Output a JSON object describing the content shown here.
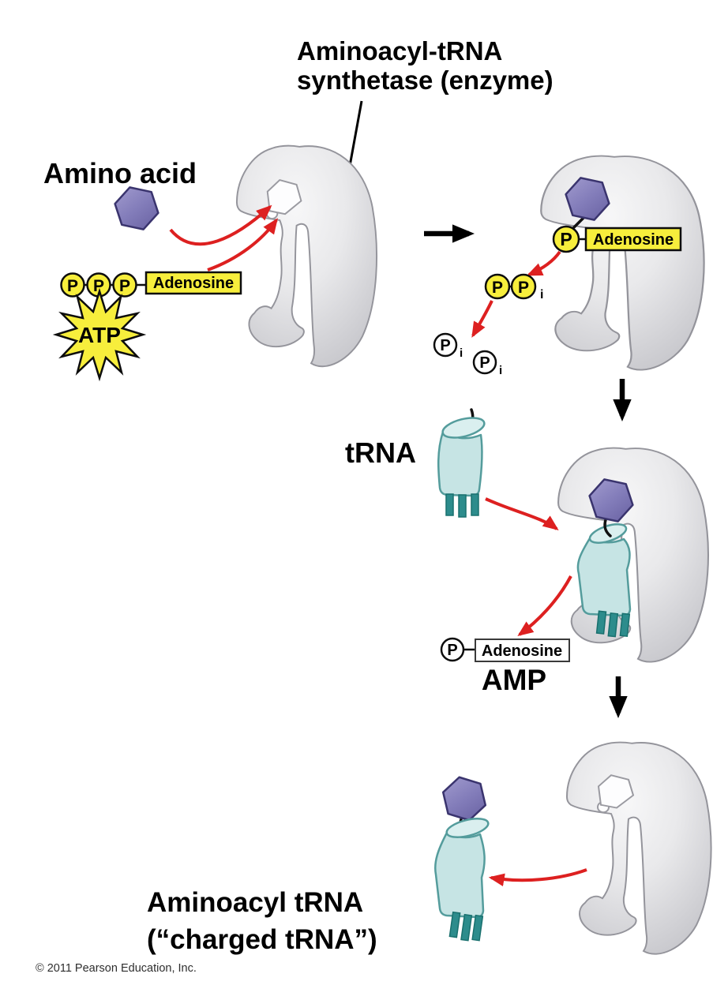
{
  "title": {
    "line1": "Aminoacyl-tRNA",
    "line2": "synthetase (enzyme)"
  },
  "labels": {
    "amino_acid": "Amino acid",
    "atp": "ATP",
    "adenosine": "Adenosine",
    "p": "P",
    "i": "i",
    "trna": "tRNA",
    "amp": "AMP",
    "product_line1": "Aminoacyl tRNA",
    "product_line2": "(“charged tRNA”)",
    "copyright": "© 2011 Pearson Education, Inc."
  },
  "colors": {
    "phosphate_yellow": "#f7ee3c",
    "amino_acid_purple": "#837dba",
    "trna_teal": "#c6e4e4",
    "trna_dark_teal": "#2d8c8c",
    "enzyme_gray": "#d9d9dc",
    "arrow_red": "#dd2020",
    "text_black": "#000000"
  }
}
